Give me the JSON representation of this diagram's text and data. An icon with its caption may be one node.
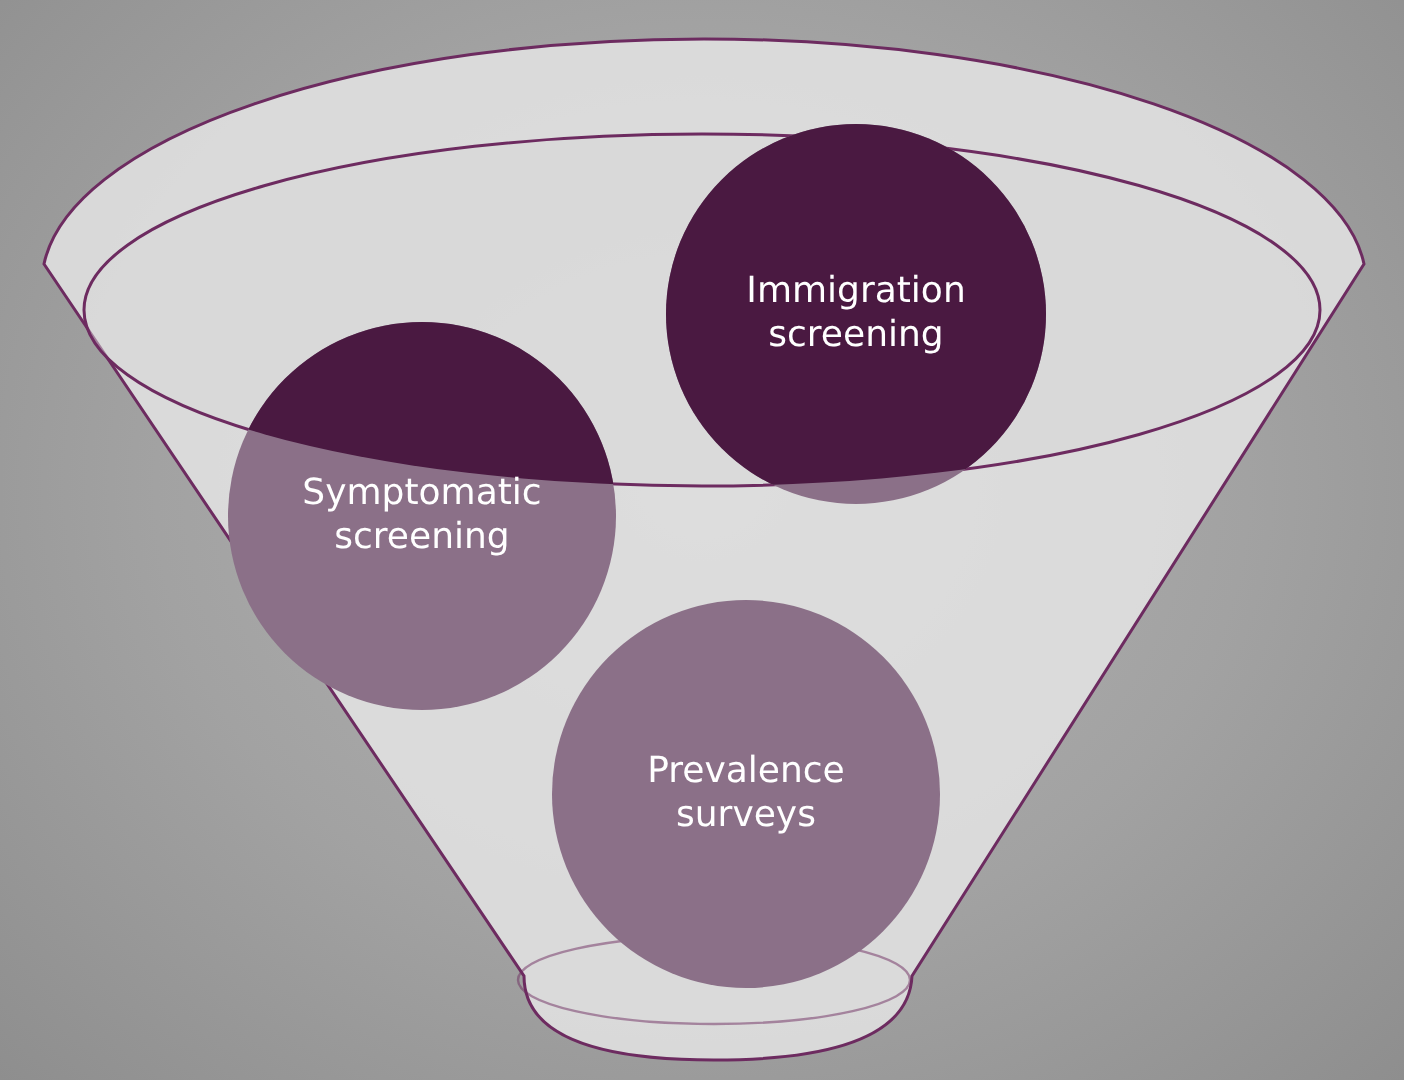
{
  "diagram": {
    "nodes": [
      {
        "text": [
          "Symptomatic screening"
        ]
      },
      {
        "text": [
          "Immigration screening"
        ]
      },
      {
        "text": [
          "Prevalence surveys"
        ]
      }
    ]
  }
}
